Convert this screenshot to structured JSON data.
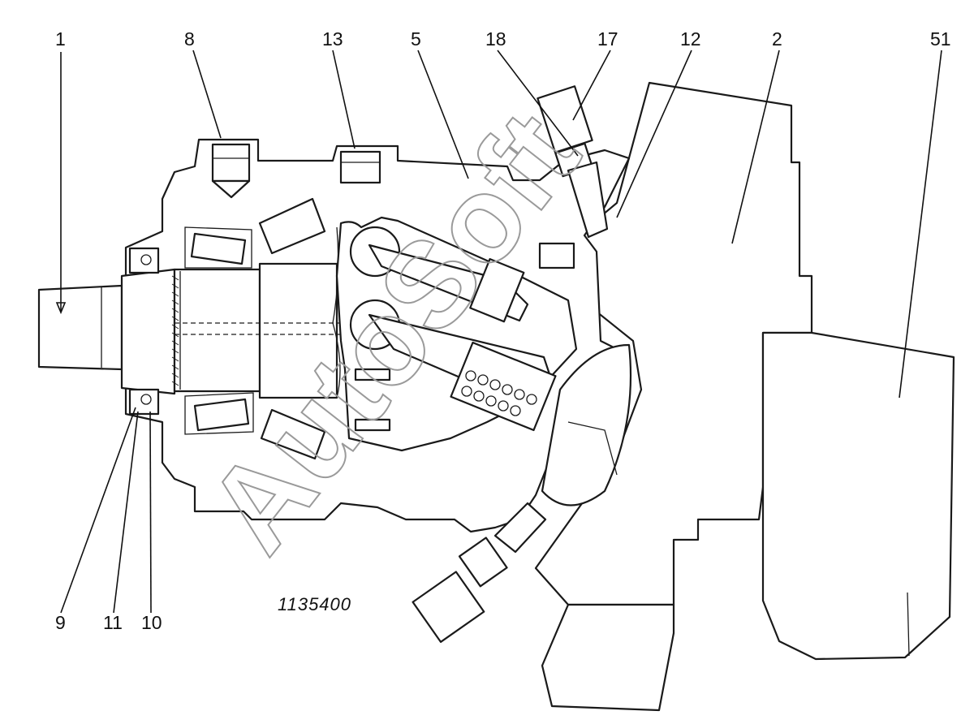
{
  "diagram": {
    "drawing_number": "1135400",
    "watermark": "AutoSoft",
    "callouts": [
      {
        "id": "c1",
        "label": "1"
      },
      {
        "id": "c8",
        "label": "8"
      },
      {
        "id": "c13",
        "label": "13"
      },
      {
        "id": "c5",
        "label": "5"
      },
      {
        "id": "c18",
        "label": "18"
      },
      {
        "id": "c17",
        "label": "17"
      },
      {
        "id": "c12",
        "label": "12"
      },
      {
        "id": "c2",
        "label": "2"
      },
      {
        "id": "c51",
        "label": "51"
      },
      {
        "id": "c9",
        "label": "9"
      },
      {
        "id": "c11",
        "label": "11"
      },
      {
        "id": "c10",
        "label": "10"
      }
    ]
  }
}
